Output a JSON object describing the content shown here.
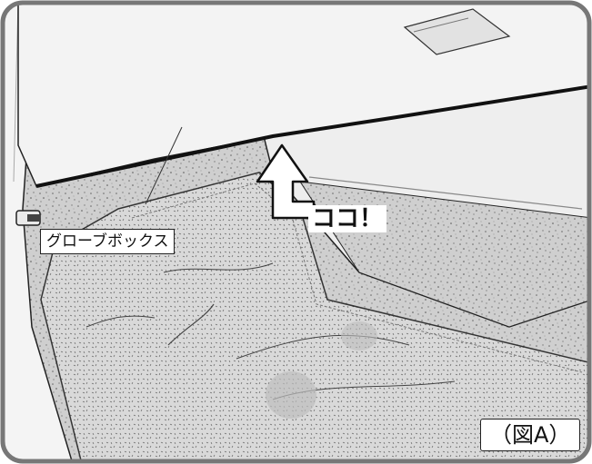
{
  "labels": {
    "glovebox": "グローブボックス",
    "callout": "ココ！",
    "caption": "（図A）"
  },
  "icons": {
    "pointer": "up-arrow-icon",
    "connector": "connector-plug-icon"
  },
  "colors": {
    "frame": "#777777",
    "dashboard": "#f2f2f2",
    "mat": "#d6d6d6",
    "carpet": "#c9c9c9",
    "outline": "#222222"
  }
}
